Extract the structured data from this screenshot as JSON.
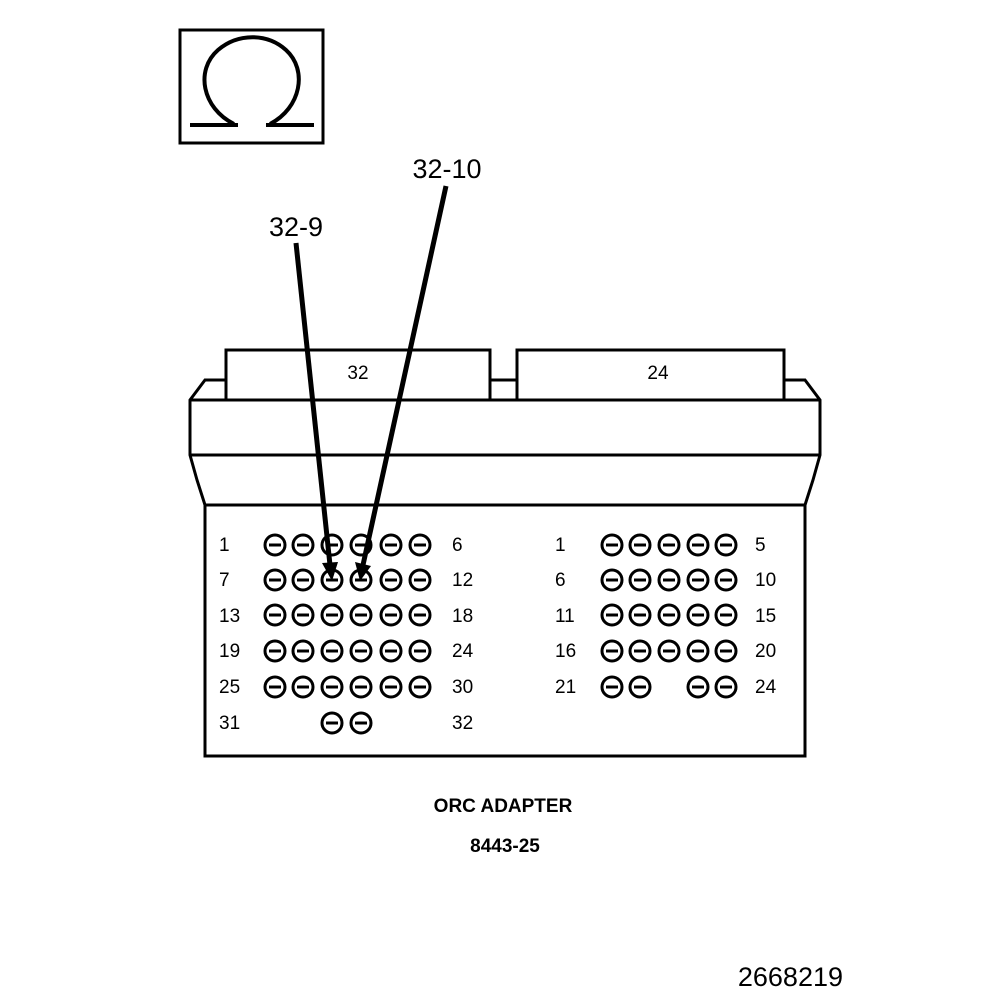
{
  "symbol": {
    "icon": "ohm-icon"
  },
  "callouts": {
    "left": "32-9",
    "right": "32-10"
  },
  "headers": {
    "left": "32",
    "right": "24"
  },
  "left_block": {
    "rows": [
      {
        "start": "1",
        "end": "6"
      },
      {
        "start": "7",
        "end": "12"
      },
      {
        "start": "13",
        "end": "18"
      },
      {
        "start": "19",
        "end": "24"
      },
      {
        "start": "25",
        "end": "30"
      },
      {
        "start": "31",
        "end": "32"
      }
    ]
  },
  "right_block": {
    "rows": [
      {
        "start": "1",
        "end": "5"
      },
      {
        "start": "6",
        "end": "10"
      },
      {
        "start": "11",
        "end": "15"
      },
      {
        "start": "16",
        "end": "20"
      },
      {
        "start": "21",
        "end": "24"
      }
    ]
  },
  "caption": {
    "line1": "ORC ADAPTER",
    "line2": "8443-25"
  },
  "figure_id": "2668219"
}
